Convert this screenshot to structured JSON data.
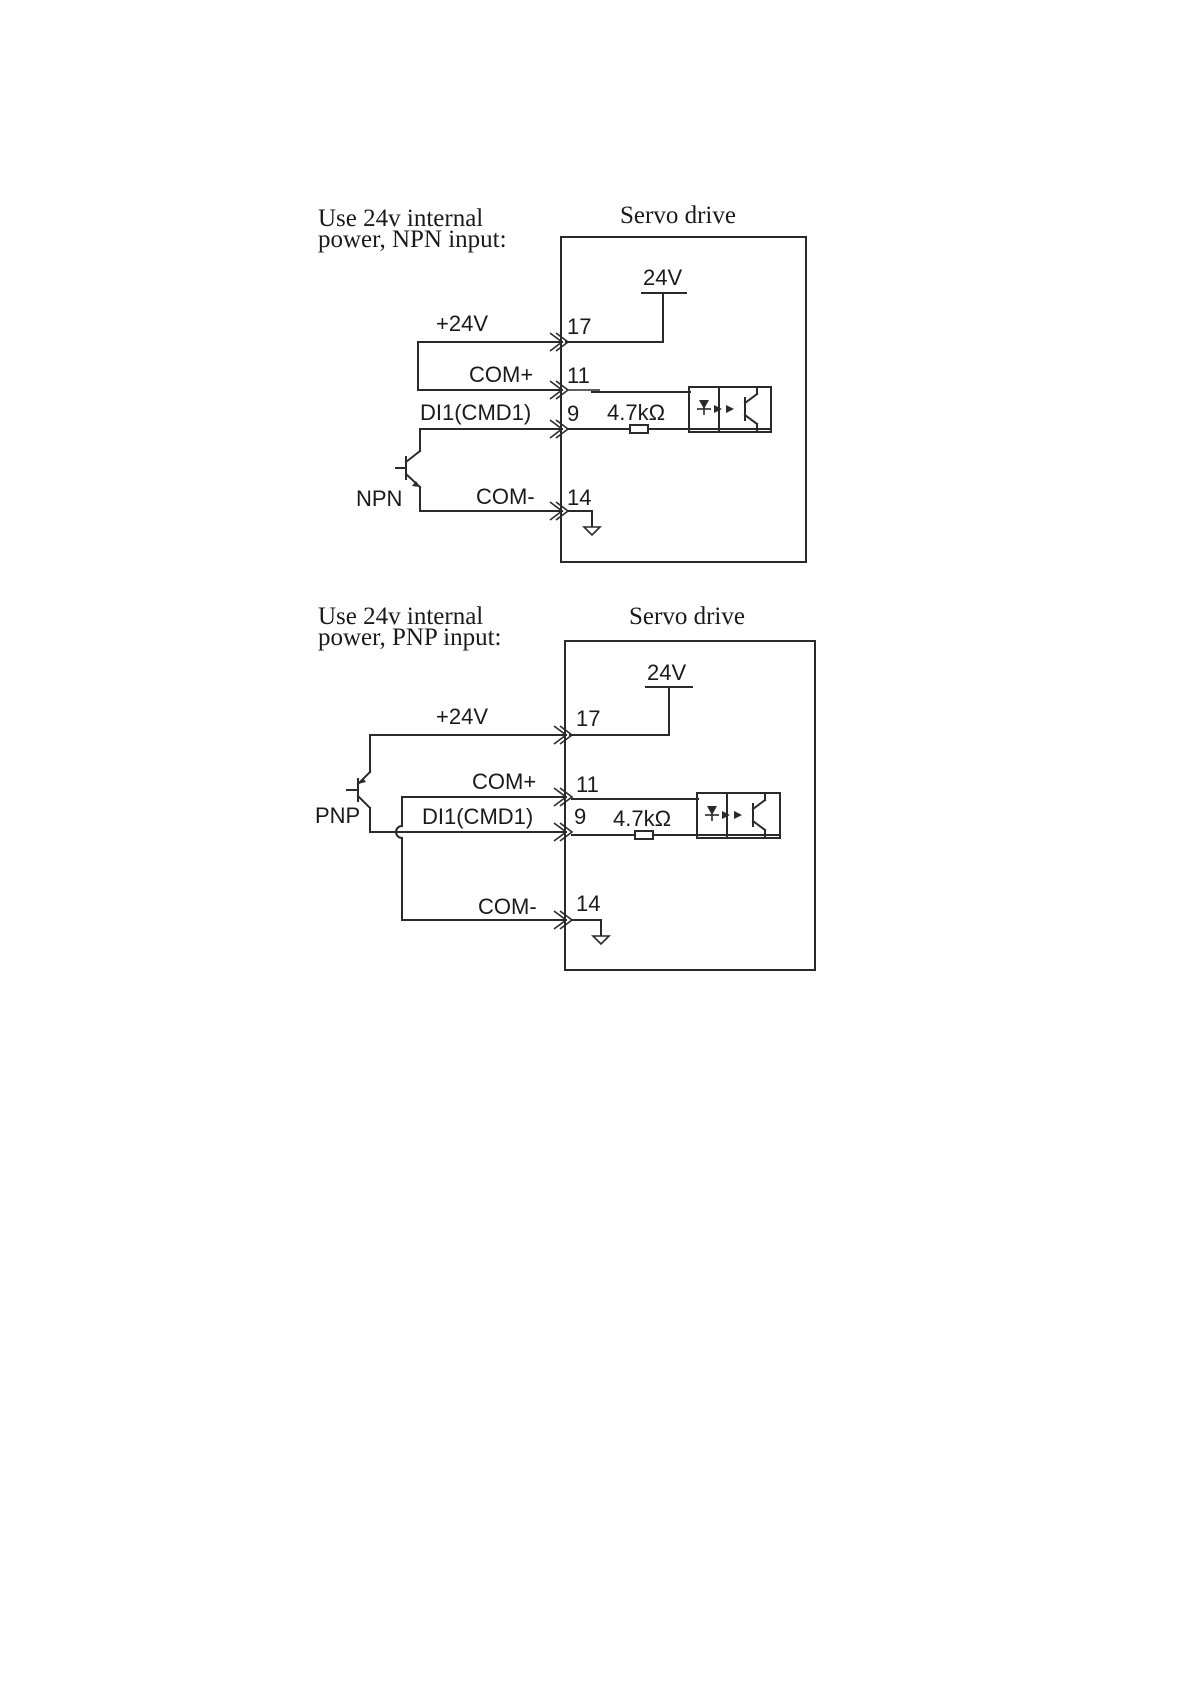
{
  "npn": {
    "caption_line1": "Use 24v internal",
    "caption_line2": "power, NPN input:",
    "drive_label": "Servo drive",
    "supply_label": "24V",
    "plus24_label": "+24V",
    "pin17": "17",
    "comp_label": "COM+",
    "pin11": "11",
    "di_label": "DI1(CMD1)",
    "pin9": "9",
    "resistor_label": "4.7kΩ",
    "transistor_label": "NPN",
    "comn_label": "COM-",
    "pin14": "14"
  },
  "pnp": {
    "caption_line1": "Use 24v internal",
    "caption_line2": "power, PNP input:",
    "drive_label": "Servo drive",
    "supply_label": "24V",
    "plus24_label": "+24V",
    "pin17": "17",
    "comp_label": "COM+",
    "pin11": "11",
    "di_label": "DI1(CMD1)",
    "pin9": "9",
    "resistor_label": "4.7kΩ",
    "transistor_label": "PNP",
    "comn_label": "COM-",
    "pin14": "14"
  }
}
